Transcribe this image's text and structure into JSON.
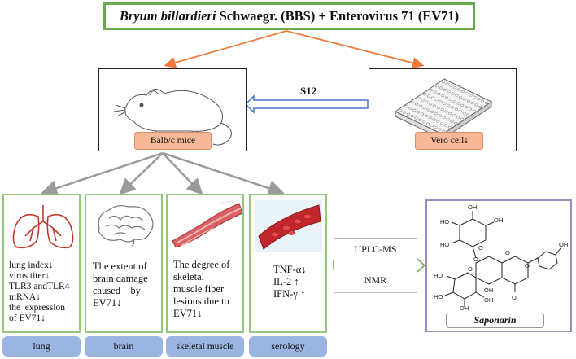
{
  "title": {
    "italic": "Bryum billardieri",
    "rest": " Schwaegr. (BBS) + Enterovirus 71 (EV71)"
  },
  "middle": {
    "left_label": "Balb/c mice",
    "right_label": "Vero cells",
    "arrow_label": "S12"
  },
  "panels": [
    {
      "id": "lung",
      "label": "lung",
      "lines": [
        "lung index↓",
        "virus titer↓",
        "TLR3 andTLR4",
        "mRNA↓",
        "the  expression",
        "of EV71↓"
      ]
    },
    {
      "id": "brain",
      "label": "brain",
      "lines": [
        "The extent of",
        "brain damage",
        "caused    by",
        "EV71↓"
      ]
    },
    {
      "id": "muscle",
      "label": "skeletal muscle",
      "lines": [
        "The degree of",
        "skeletal",
        "muscle fiber",
        "lesions due to",
        "EV71↓"
      ]
    },
    {
      "id": "serology",
      "label": "serology",
      "lines": [
        "TNF-α↓",
        "IL-2 ↑",
        "IFN-γ ↑"
      ]
    }
  ],
  "methods": [
    "UPLC-MS",
    "NMR"
  ],
  "compound": {
    "name": "Saponarin",
    "atoms": [
      "HO",
      "OH",
      "OH",
      "OH",
      "HO",
      "HO",
      "HO",
      "OH",
      "OH",
      "O",
      "O",
      "O",
      "O",
      "O",
      "OH",
      "O"
    ]
  },
  "colors": {
    "title_border": "#6aaa4e",
    "panel_border": "#92c97a",
    "orange_arrow": "#f07a3a",
    "blue_arrow": "#4a72c4",
    "gray_arrow": "#9a9a9a",
    "pill": "#f6b896",
    "blue_label": "#9ab5e2",
    "compound_border": "#9b8bbf"
  },
  "icons": [
    "mouse-icon",
    "well-plate-icon",
    "lungs-icon",
    "brain-icon",
    "muscle-fiber-icon",
    "blood-vessel-icon",
    "saponarin-structure-icon"
  ]
}
